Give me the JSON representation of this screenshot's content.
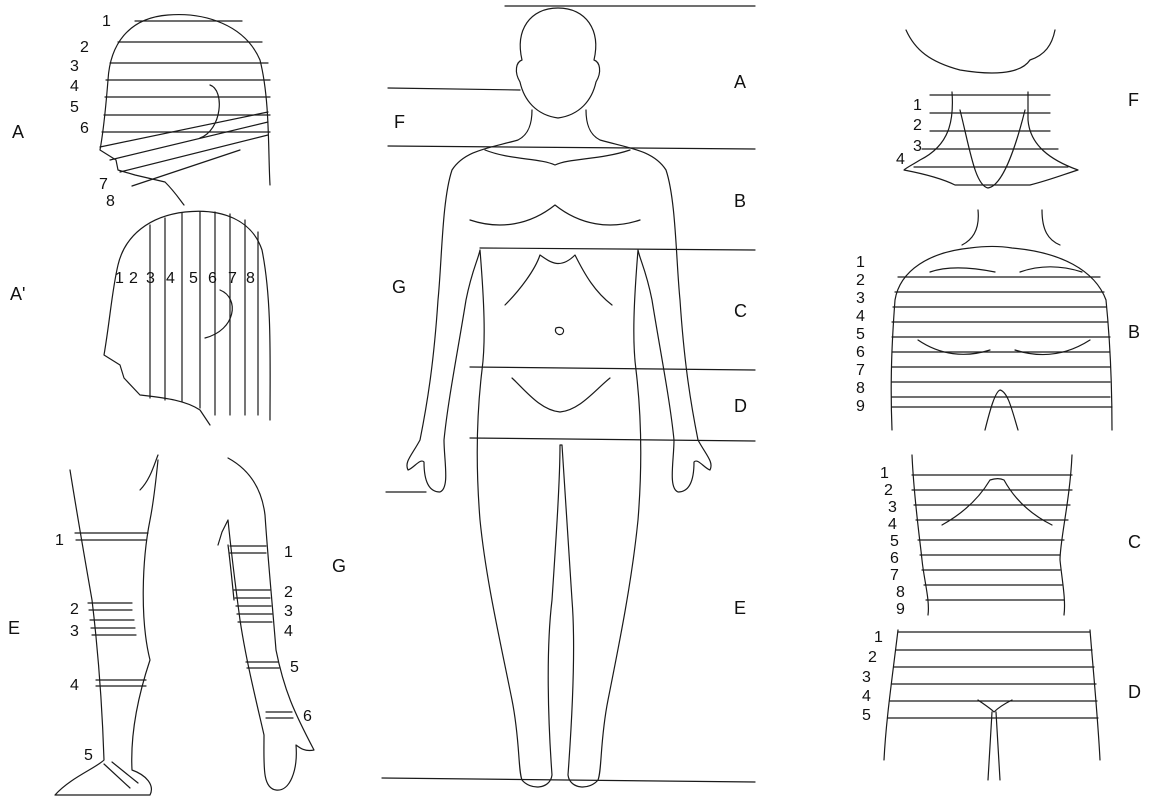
{
  "head_front": {
    "region": "A",
    "levels": [
      "1",
      "2",
      "3",
      "4",
      "5",
      "6",
      "7",
      "8"
    ]
  },
  "head_side": {
    "region": "A'",
    "levels": [
      "1",
      "2",
      "3",
      "4",
      "5",
      "6",
      "7",
      "8"
    ]
  },
  "body": {
    "regions": [
      "A",
      "F",
      "B",
      "G",
      "C",
      "D",
      "E"
    ]
  },
  "neck": {
    "region": "F",
    "levels": [
      "1",
      "2",
      "3",
      "4"
    ]
  },
  "chest": {
    "region": "B",
    "levels": [
      "1",
      "2",
      "3",
      "4",
      "5",
      "6",
      "7",
      "8",
      "9"
    ]
  },
  "abdomen": {
    "region": "C",
    "levels": [
      "1",
      "2",
      "3",
      "4",
      "5",
      "6",
      "7",
      "8",
      "9"
    ]
  },
  "pelvis": {
    "region": "D",
    "levels": [
      "1",
      "2",
      "3",
      "4",
      "5"
    ]
  },
  "leg": {
    "region": "E",
    "levels": [
      "1",
      "2",
      "3",
      "4",
      "5"
    ]
  },
  "arm": {
    "region": "G",
    "levels": [
      "1",
      "2",
      "3",
      "4",
      "5",
      "6"
    ]
  }
}
